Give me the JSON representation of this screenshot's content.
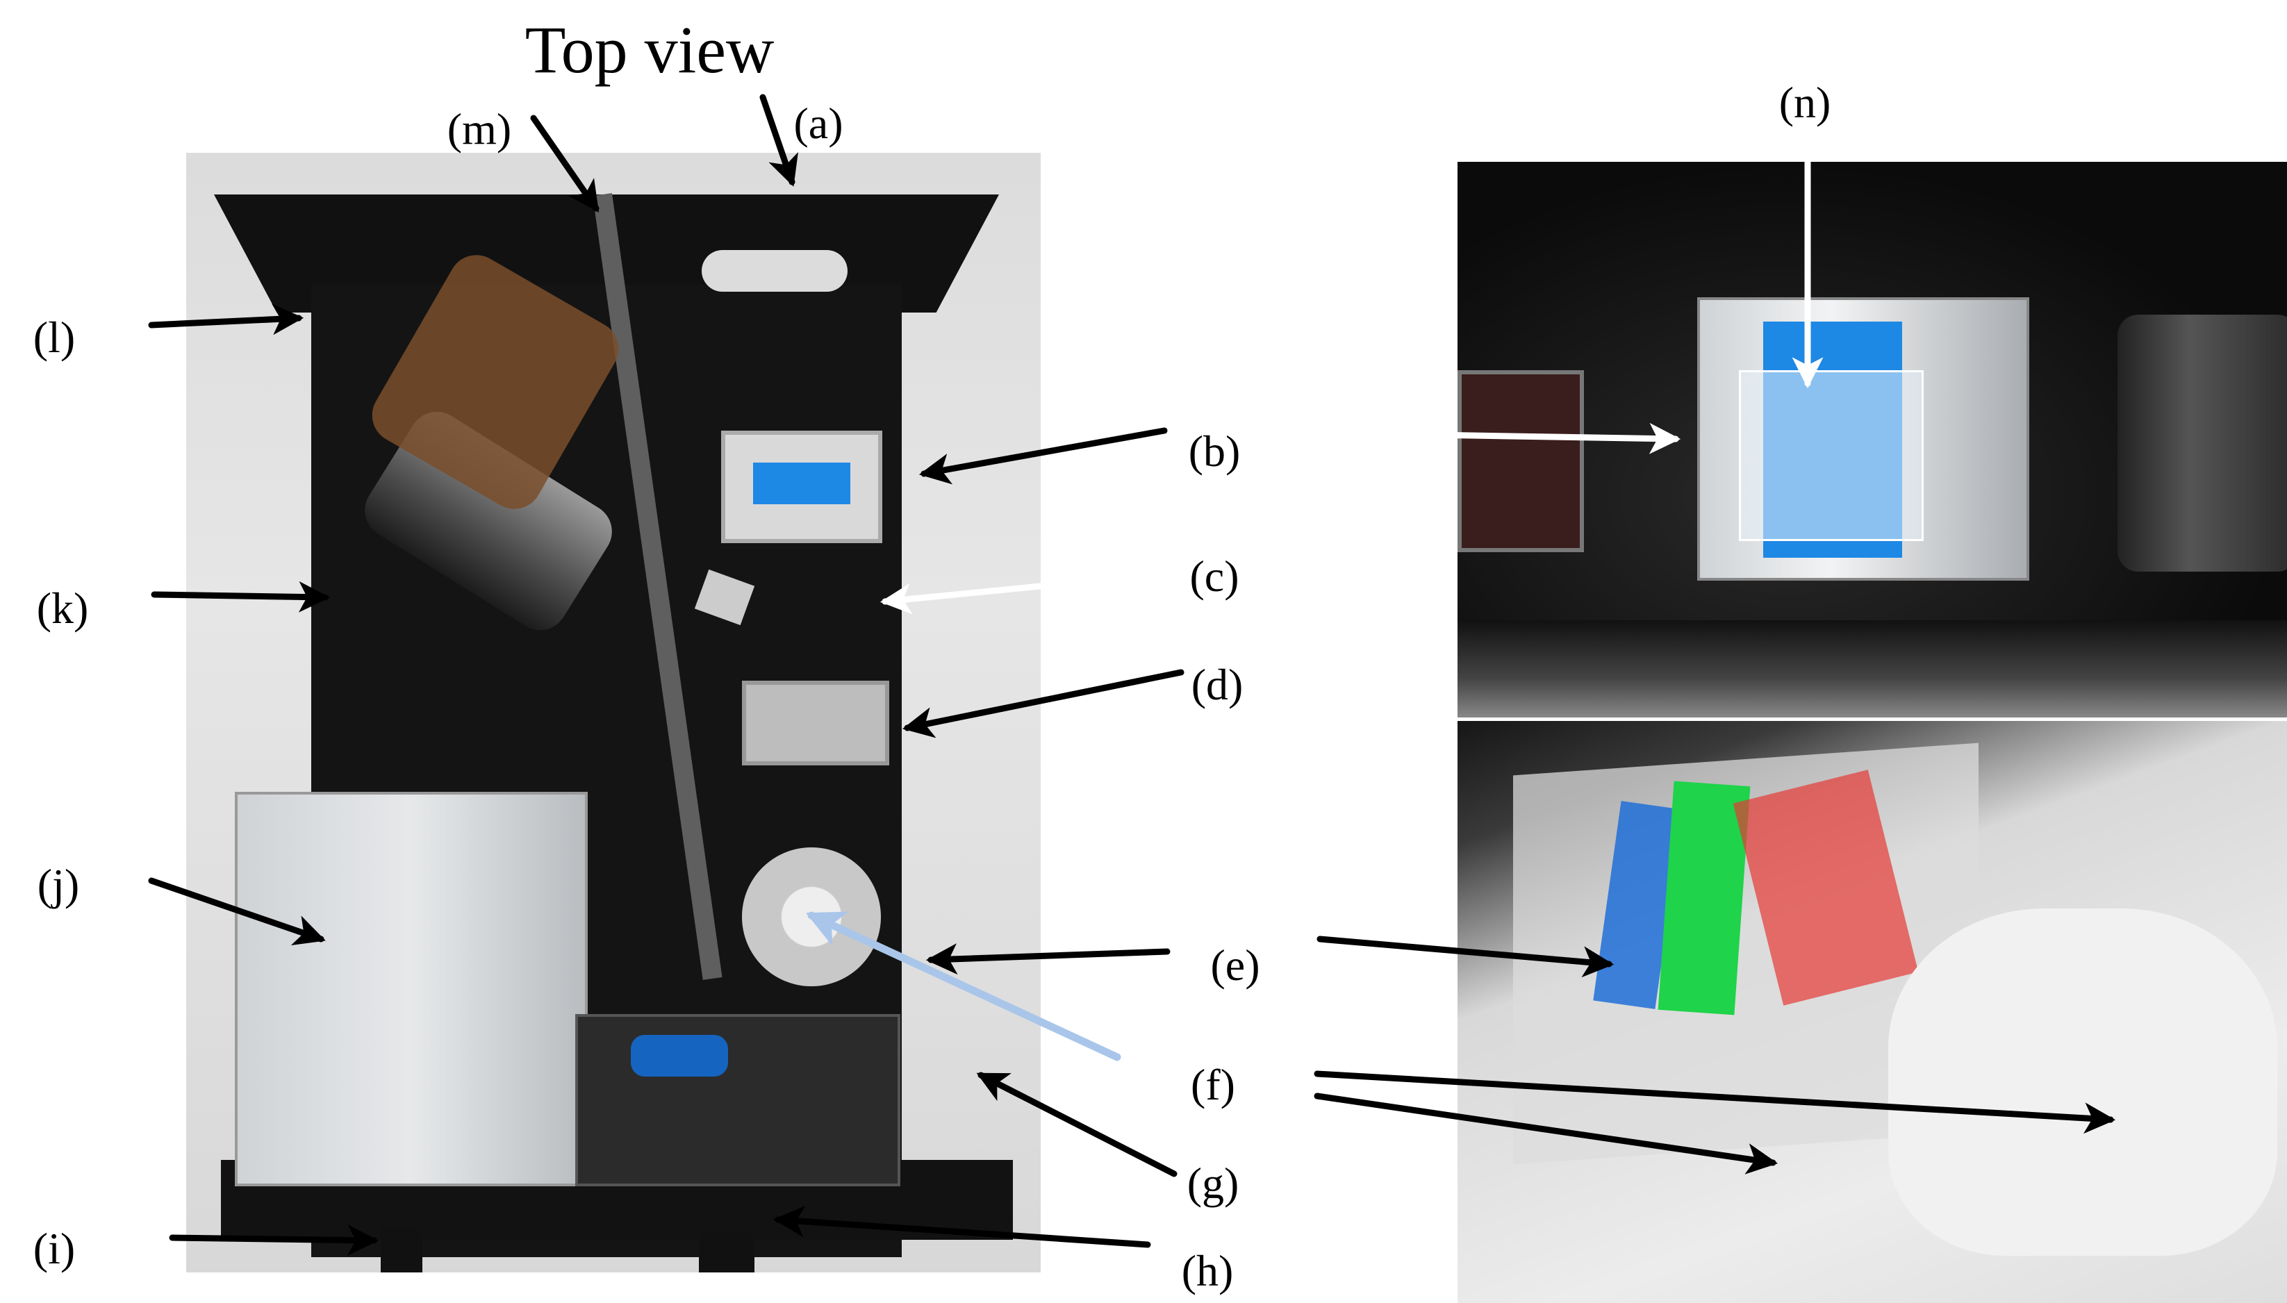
{
  "title": "Top view",
  "labels": {
    "a": "(a)",
    "b": "(b)",
    "c": "(c)",
    "d": "(d)",
    "e": "(e)",
    "f": "(f)",
    "g": "(g)",
    "h": "(h)",
    "i": "(i)",
    "j": "(j)",
    "k": "(k)",
    "l": "(l)",
    "m": "(m)",
    "n": "(n)"
  },
  "colors": {
    "frame": "#111111",
    "aluminum": "#bfc3c6",
    "arrow": "#000000",
    "arrow_light": "#ffffff",
    "arrow_blue": "#a9c6ea",
    "pump_blue": "#1e88e5",
    "spectrum_green": "#1fd34a",
    "spectrum_red": "#e53935",
    "spectrum_blue": "#1e6fd8"
  },
  "icons": {
    "pointer": "arrow-icon"
  }
}
